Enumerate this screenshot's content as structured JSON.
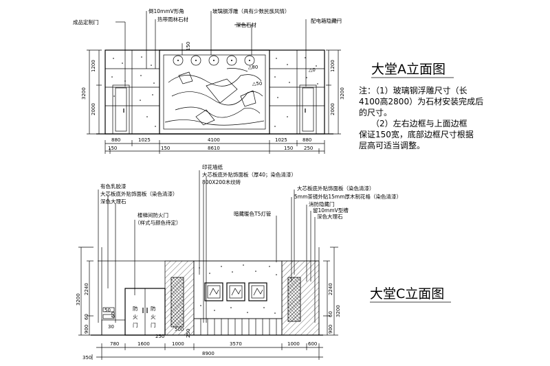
{
  "elevation_a": {
    "title": "大堂A立面图",
    "callouts": {
      "door": "成品定制门",
      "groove_line1": "倒10mmV形角",
      "groove_line2": "热带雨林石材",
      "relief": "玻璃钢浮雕（具有少数民族风情）",
      "dark_stone": "深色石材",
      "box_door": "配电箱隐藏门"
    },
    "dims_top": [
      "150"
    ],
    "dims_left": [
      "1200",
      "3200",
      "2000"
    ],
    "dims_right": [
      "1200",
      "3200",
      "2000"
    ],
    "dims_bottom_row1": [
      "880",
      "1025",
      "4100",
      "1025",
      "880"
    ],
    "dims_bottom_row2": [
      "150",
      "150",
      "8610",
      "150",
      "250"
    ],
    "relief_tags": [
      "△80",
      "△0",
      "△50"
    ],
    "notes": [
      "注：（1）玻璃钢浮雕尺寸（长",
      "4100高2800）为石材安装完成后",
      "的尺寸。",
      "（2）左右边框与上面边框",
      "保证150宽，底部边框尺寸根据",
      "层高可适当调整。"
    ]
  },
  "elevation_c": {
    "title": "大堂C立面图",
    "callouts_left": [
      "有色乳胶漆",
      "大芯板底外贴饰面板（染色清漆）",
      "深色大理石"
    ],
    "callout_fire_door": [
      "楼梯间防火门",
      "（样式与颜色待定）"
    ],
    "callouts_mid": [
      "印花墙纸",
      "大芯板底外贴饰面板（厚40；染色清漆）",
      "800X200木纹砖"
    ],
    "callout_lamp": "暗藏暖色T5灯管",
    "callouts_right": [
      "大芯板底外贴饰面板（染色清漆）",
      "5mm茶镜外贴15mm厚木制花格（染色清漆）",
      "消防隐藏门",
      "留10mmV型槽",
      "深色大理石"
    ],
    "door_text_left": [
      "防",
      "火",
      "门"
    ],
    "door_text_right": [
      "防",
      "火",
      "门"
    ],
    "dims_left": [
      "3200",
      "2240",
      "60",
      "900",
      "50",
      "60",
      "30"
    ],
    "dims_right": [
      "2240",
      "60",
      "3200",
      "900"
    ],
    "dims_inner": [
      "250",
      "500",
      "250"
    ],
    "dims_bottom_row1": [
      "780",
      "1600",
      "1000",
      "3570",
      "1000",
      "600"
    ],
    "dims_bottom_row2": [
      "350",
      "8900"
    ]
  }
}
